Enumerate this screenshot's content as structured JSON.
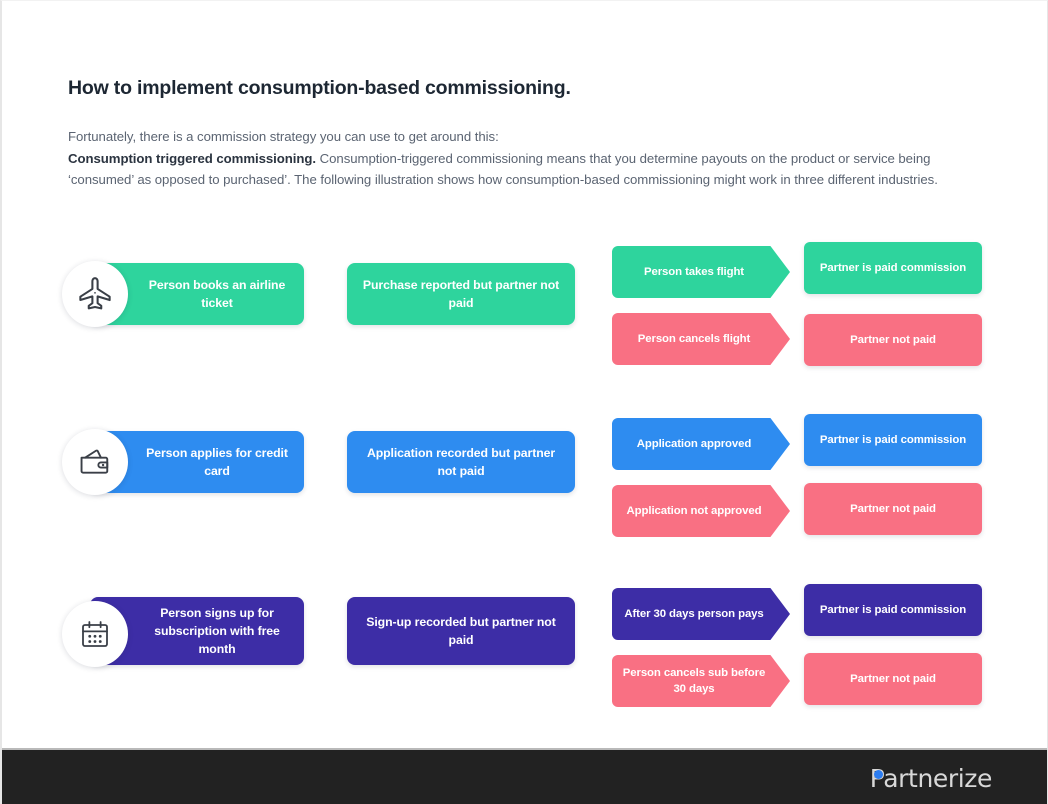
{
  "page": {
    "title": "How to implement consumption-based commissioning.",
    "paragraph": {
      "lead_in": "Fortunately, there is a commission strategy you can use to get around this:",
      "strong": "Consumption triggered commissioning.",
      "rest": " Consumption-triggered commissioning means that you determine payouts on the product or service being ‘consumed’ as opposed to purchased’. The following illustration shows how consumption-based commissioning might work in three different industries."
    }
  },
  "colors": {
    "green": "#2ed49d",
    "pink": "#f97083",
    "blue": "#2e8cf0",
    "purple": "#3d2da6",
    "footer": "#222222",
    "logo_dot": "#2b7cf0",
    "title_text": "#1d2733",
    "body_text": "#5b6472"
  },
  "flows": [
    {
      "id": "airline",
      "icon": "airplane-icon",
      "color": "#2ed49d",
      "start": "Person books an airline ticket",
      "mid": "Purchase reported but partner not paid",
      "branches": [
        {
          "type": "positive",
          "color": "#2ed49d",
          "arrow": "Person takes flight",
          "outcome": "Partner is paid commission"
        },
        {
          "type": "negative",
          "color": "#f97083",
          "arrow": "Person cancels flight",
          "outcome": "Partner not paid"
        }
      ]
    },
    {
      "id": "credit-card",
      "icon": "wallet-icon",
      "color": "#2e8cf0",
      "start": "Person applies for credit card",
      "mid": "Application recorded but partner not paid",
      "branches": [
        {
          "type": "positive",
          "color": "#2e8cf0",
          "arrow": "Application approved",
          "outcome": "Partner is paid commission"
        },
        {
          "type": "negative",
          "color": "#f97083",
          "arrow": "Application not approved",
          "outcome": "Partner not paid"
        }
      ]
    },
    {
      "id": "subscription",
      "icon": "calendar-icon",
      "color": "#3d2da6",
      "start": "Person signs up for subscription with free month",
      "mid": "Sign-up recorded but partner not paid",
      "branches": [
        {
          "type": "positive",
          "color": "#3d2da6",
          "arrow": "After 30 days person pays",
          "outcome": "Partner is paid commission"
        },
        {
          "type": "negative",
          "color": "#f97083",
          "arrow": "Person cancels sub before 30 days",
          "outcome": "Partner not paid"
        }
      ]
    }
  ],
  "footer": {
    "brand": "Partnerize"
  }
}
